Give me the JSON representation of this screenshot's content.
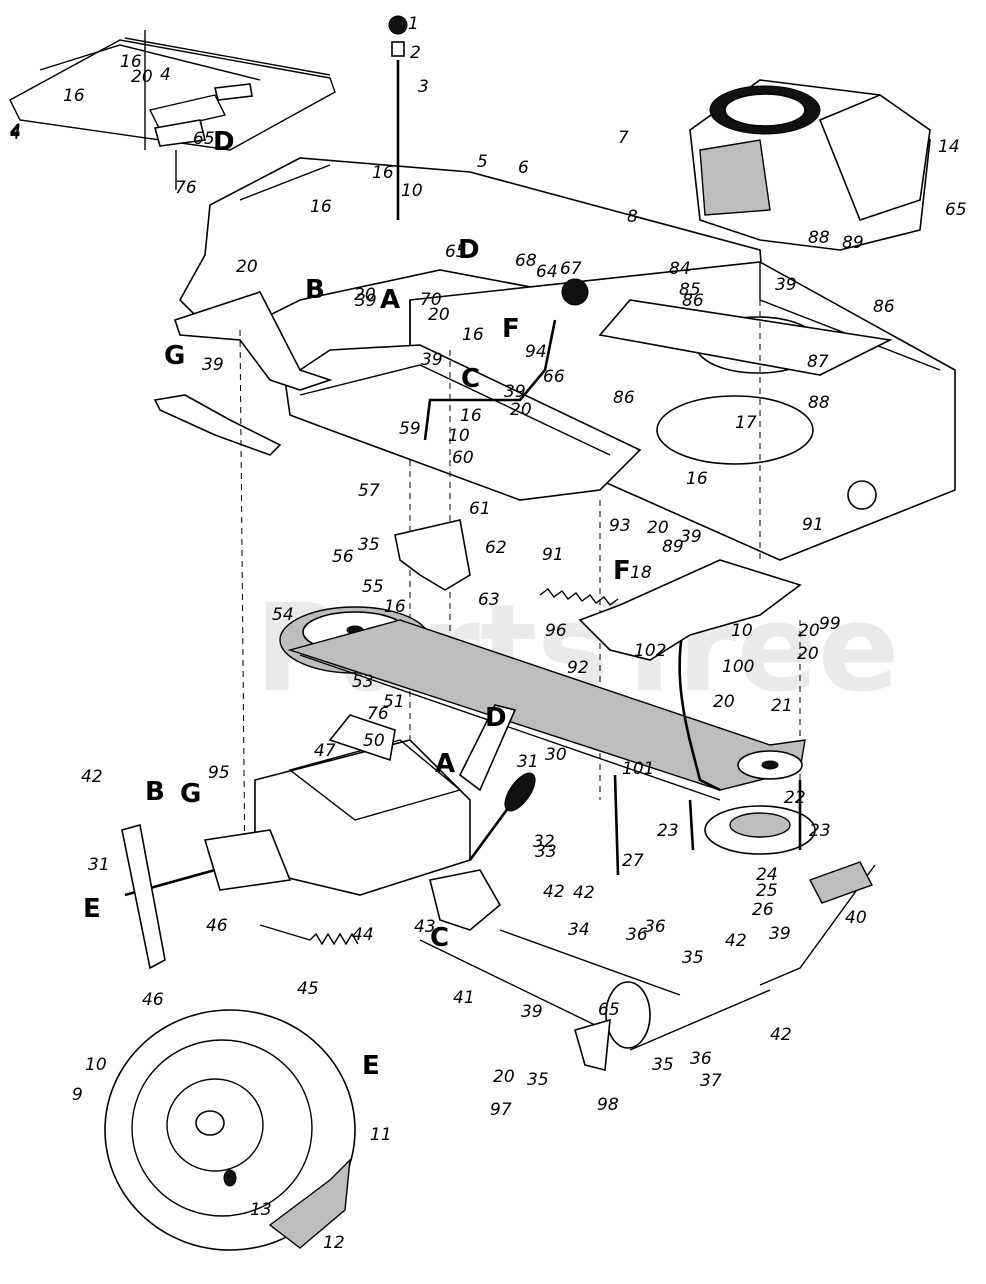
{
  "watermark": "PartsTree",
  "callouts": [
    {
      "text": "1"
    },
    {
      "text": "2"
    },
    {
      "text": "3"
    },
    {
      "text": "4"
    },
    {
      "text": "5"
    },
    {
      "text": "6"
    },
    {
      "text": "7"
    },
    {
      "text": "8"
    },
    {
      "text": "9"
    },
    {
      "text": "10"
    },
    {
      "text": "11"
    },
    {
      "text": "12"
    },
    {
      "text": "13"
    },
    {
      "text": "14"
    },
    {
      "text": "16"
    },
    {
      "text": "16"
    },
    {
      "text": "16"
    },
    {
      "text": "16"
    },
    {
      "text": "16"
    },
    {
      "text": "16"
    },
    {
      "text": "16"
    },
    {
      "text": "16"
    },
    {
      "text": "17"
    },
    {
      "text": "18"
    },
    {
      "text": "20"
    },
    {
      "text": "20"
    },
    {
      "text": "20"
    },
    {
      "text": "20"
    },
    {
      "text": "20"
    },
    {
      "text": "20"
    },
    {
      "text": "20"
    },
    {
      "text": "20"
    },
    {
      "text": "21"
    },
    {
      "text": "22"
    },
    {
      "text": "23"
    },
    {
      "text": "23"
    },
    {
      "text": "24"
    },
    {
      "text": "25"
    },
    {
      "text": "26"
    },
    {
      "text": "27"
    },
    {
      "text": "30"
    },
    {
      "text": "31"
    },
    {
      "text": "31"
    },
    {
      "text": "32"
    },
    {
      "text": "33"
    },
    {
      "text": "34"
    },
    {
      "text": "35"
    },
    {
      "text": "35"
    },
    {
      "text": "35"
    },
    {
      "text": "35"
    },
    {
      "text": "36"
    },
    {
      "text": "36"
    },
    {
      "text": "36"
    },
    {
      "text": "37"
    },
    {
      "text": "39"
    },
    {
      "text": "39"
    },
    {
      "text": "39"
    },
    {
      "text": "39"
    },
    {
      "text": "39"
    },
    {
      "text": "39"
    },
    {
      "text": "39"
    },
    {
      "text": "39"
    },
    {
      "text": "40"
    },
    {
      "text": "41"
    },
    {
      "text": "42"
    },
    {
      "text": "42"
    },
    {
      "text": "42"
    },
    {
      "text": "42"
    },
    {
      "text": "42"
    },
    {
      "text": "43"
    },
    {
      "text": "44"
    },
    {
      "text": "45"
    },
    {
      "text": "46"
    },
    {
      "text": "46"
    },
    {
      "text": "47"
    },
    {
      "text": "50"
    },
    {
      "text": "51"
    },
    {
      "text": "53"
    },
    {
      "text": "54"
    },
    {
      "text": "55"
    },
    {
      "text": "56"
    },
    {
      "text": "57"
    },
    {
      "text": "59"
    },
    {
      "text": "60"
    },
    {
      "text": "61"
    },
    {
      "text": "62"
    },
    {
      "text": "63"
    },
    {
      "text": "64"
    },
    {
      "text": "65"
    },
    {
      "text": "65"
    },
    {
      "text": "65"
    },
    {
      "text": "65"
    },
    {
      "text": "66"
    },
    {
      "text": "67"
    },
    {
      "text": "68"
    },
    {
      "text": "70"
    },
    {
      "text": "76"
    },
    {
      "text": "76"
    },
    {
      "text": "84"
    },
    {
      "text": "85"
    },
    {
      "text": "86"
    },
    {
      "text": "86"
    },
    {
      "text": "86"
    },
    {
      "text": "87"
    },
    {
      "text": "88"
    },
    {
      "text": "88"
    },
    {
      "text": "89"
    },
    {
      "text": "89"
    },
    {
      "text": "91"
    },
    {
      "text": "91"
    },
    {
      "text": "92"
    },
    {
      "text": "93"
    },
    {
      "text": "94"
    },
    {
      "text": "95"
    },
    {
      "text": "96"
    },
    {
      "text": "97"
    },
    {
      "text": "98"
    },
    {
      "text": "99"
    },
    {
      "text": "100"
    },
    {
      "text": "101"
    },
    {
      "text": "102"
    },
    {
      "text": "10"
    },
    {
      "text": "10"
    },
    {
      "text": "10"
    },
    {
      "text": "20"
    },
    {
      "text": "20"
    },
    {
      "text": "4"
    },
    {
      "text": "4"
    },
    {
      "text": "4"
    },
    {
      "text": "4"
    }
  ],
  "letters": [
    {
      "text": "A"
    },
    {
      "text": "A"
    },
    {
      "text": "B"
    },
    {
      "text": "B"
    },
    {
      "text": "C"
    },
    {
      "text": "C"
    },
    {
      "text": "D"
    },
    {
      "text": "D"
    },
    {
      "text": "D"
    },
    {
      "text": "E"
    },
    {
      "text": "E"
    },
    {
      "text": "F"
    },
    {
      "text": "F"
    },
    {
      "text": "G"
    },
    {
      "text": "G"
    }
  ]
}
